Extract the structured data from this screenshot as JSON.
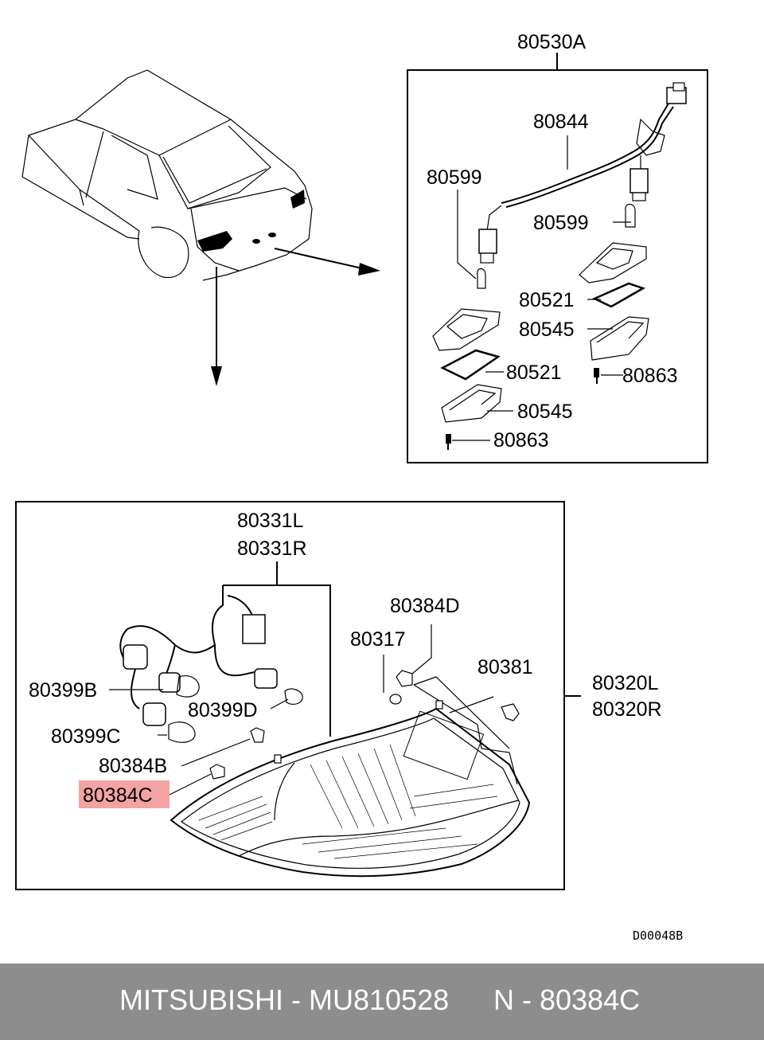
{
  "labels": {
    "assembly_top": "80530A",
    "harness_top": "80844",
    "bulb_left": "80599",
    "bulb_right": "80599",
    "lens_right": "80521",
    "housing_right": "80545",
    "lens_left": "80521",
    "screw_right": "80863",
    "housing_left": "80545",
    "screw_left": "80863",
    "harness_lower_l": "80331L",
    "harness_lower_r": "80331R",
    "socket_upper": "80384D",
    "grommet": "80317",
    "screw_lower": "80381",
    "lamp_l": "80320L",
    "lamp_r": "80320R",
    "socket_b": "80399B",
    "socket_d": "80399D",
    "socket_c": "80399C",
    "bulb_b": "80384B",
    "bulb_c_highlighted": "80384C"
  },
  "diagram_code": "D00048B",
  "footer": {
    "brand_part": "MITSUBISHI - MU810528",
    "ref": "N - 80384C"
  },
  "colors": {
    "highlight": "#f4a3a3",
    "footer_bg": "#8d8d8d"
  }
}
